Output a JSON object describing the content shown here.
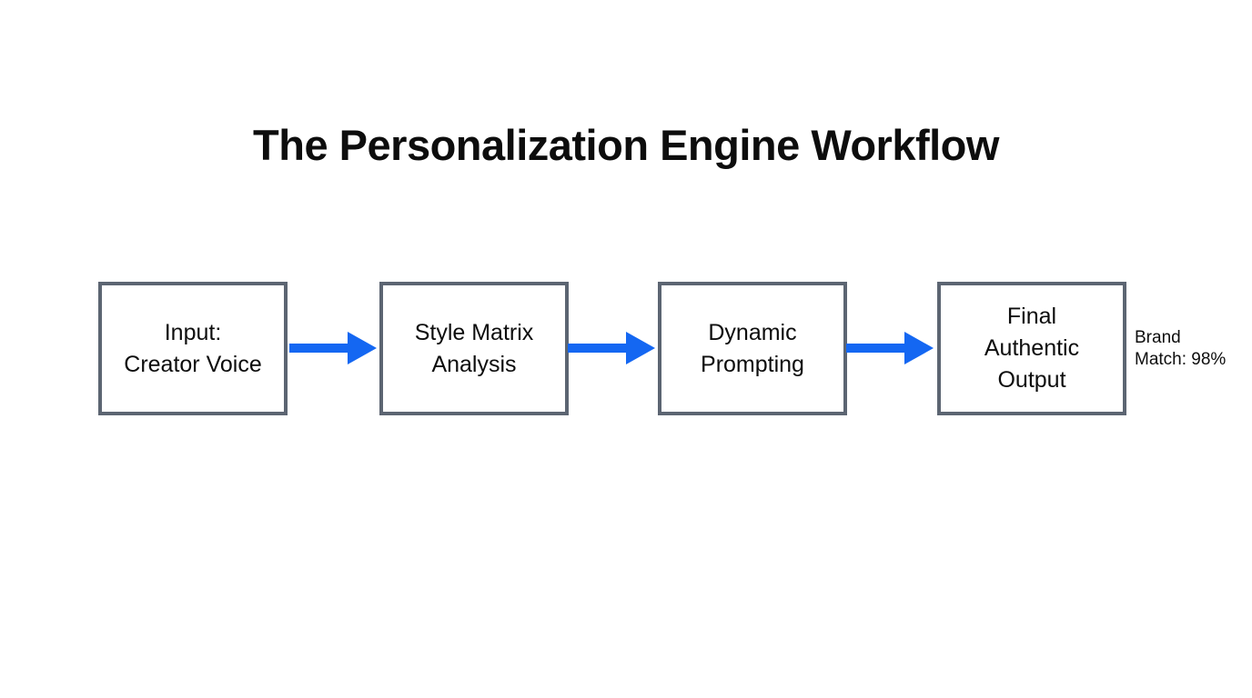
{
  "title": "The Personalization Engine Workflow",
  "colors": {
    "background": "#ffffff",
    "text": "#0d0d0d",
    "box_border": "#5c6572",
    "arrow": "#1467f2"
  },
  "workflow": {
    "steps": [
      {
        "label": "Input: Creator Voice",
        "lines": [
          "Input:",
          "Creator Voice"
        ]
      },
      {
        "label": "Style Matrix Analysis",
        "lines": [
          "Style Matrix",
          "Analysis"
        ]
      },
      {
        "label": "Dynamic Prompting",
        "lines": [
          "Dynamic",
          "Prompting"
        ]
      },
      {
        "label": "Final Authentic Output",
        "lines": [
          "Final",
          "Authentic",
          "Output"
        ]
      }
    ],
    "connector": "right-arrow",
    "annotation": {
      "label": "Brand Match: 98%",
      "lines": [
        "Brand",
        "Match: 98%"
      ]
    }
  }
}
